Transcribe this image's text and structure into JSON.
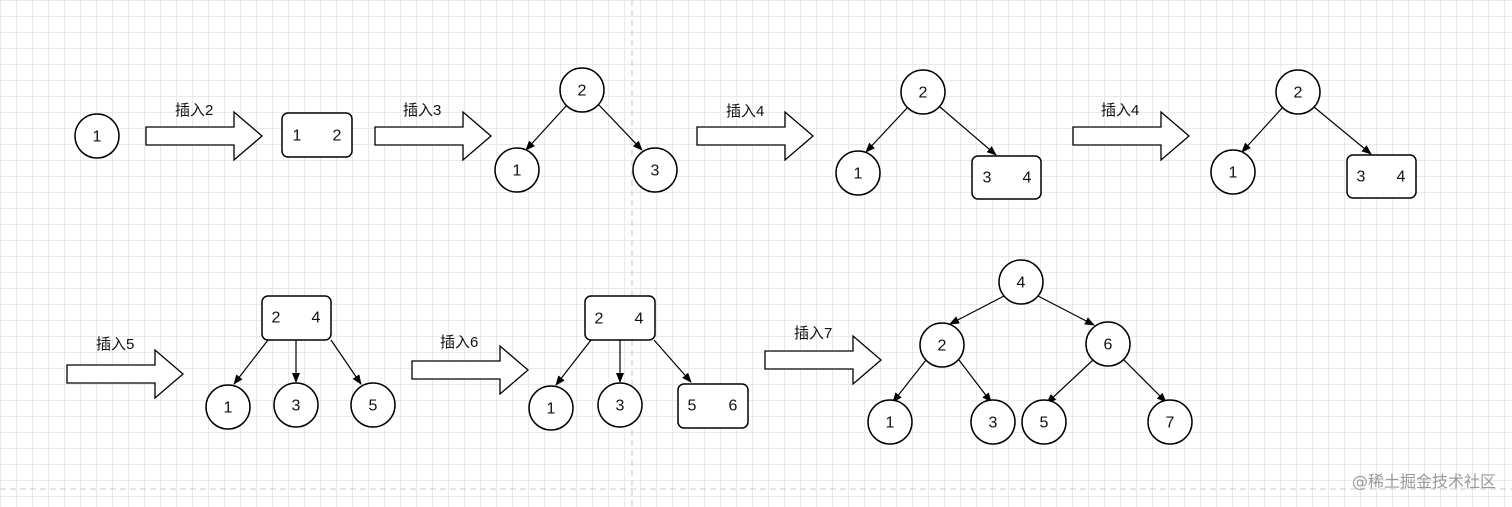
{
  "arrow_labels": {
    "a1": "插入2",
    "a2": "插入3",
    "a3": "插入4",
    "a4": "插入4",
    "a5": "插入5",
    "a6": "插入6",
    "a7": "插入7"
  },
  "step1": {
    "n1": "1"
  },
  "step2": {
    "k1": "1",
    "k2": "2"
  },
  "step3": {
    "root": "2",
    "left": "1",
    "right": "3"
  },
  "step4": {
    "root": "2",
    "left": "1",
    "right_k1": "3",
    "right_k2": "4"
  },
  "step5": {
    "root": "2",
    "left": "1",
    "right_k1": "3",
    "right_k2": "4"
  },
  "step6": {
    "root_k1": "2",
    "root_k2": "4",
    "c1": "1",
    "c2": "3",
    "c3": "5"
  },
  "step7": {
    "root_k1": "2",
    "root_k2": "4",
    "c1": "1",
    "c2": "3",
    "c3_k1": "5",
    "c3_k2": "6"
  },
  "step8": {
    "root": "4",
    "l": "2",
    "r": "6",
    "ll": "1",
    "lr": "3",
    "rl": "5",
    "rr": "7"
  },
  "watermark": "@稀土掘金技术社区"
}
